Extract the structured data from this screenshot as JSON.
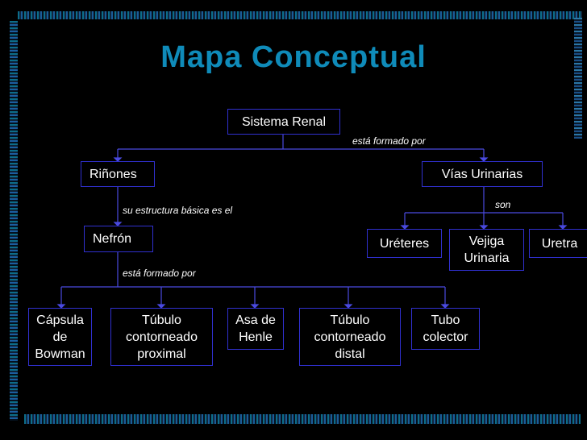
{
  "title": "Mapa Conceptual",
  "nodes": {
    "sistema_renal": "Sistema Renal",
    "rinones": "Riñones",
    "vias_urinarias": "Vías Urinarias",
    "nefron": "Nefrón",
    "ureteres": "Uréteres",
    "vejiga": "Vejiga\nUrinaria",
    "uretra": "Uretra",
    "capsula": "Cápsula\nde\nBowman",
    "tubulo_proximal": "Túbulo\ncontorneado\nproximal",
    "asa_henle": "Asa de\nHenle",
    "tubulo_distal": "Túbulo\ncontorneado\ndistal",
    "tubo_colector": "Tubo\ncolector"
  },
  "labels": {
    "sistema_formado": "está formado por",
    "son": "son",
    "estructura": "su estructura básica es el",
    "nefron_formado": "está formado por"
  },
  "colors": {
    "title": "#0f8bb9",
    "border": "#3030d0",
    "line": "#4a4ae0"
  }
}
